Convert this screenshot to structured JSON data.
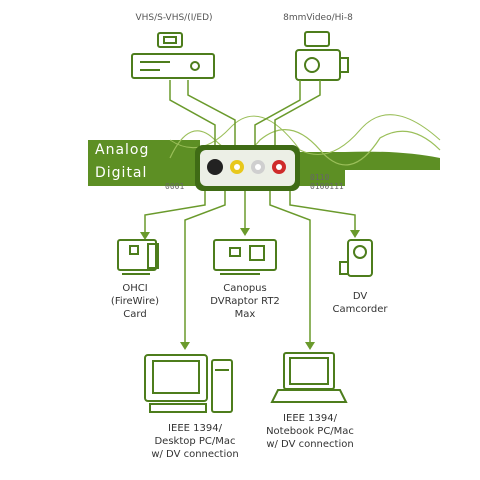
{
  "sources": {
    "vcr": "VHS/S-VHS/(I/ED)",
    "camcorder": "8mmVideo/Hi-8"
  },
  "bands": {
    "analog": "Analog",
    "digital": "Digital"
  },
  "bits": {
    "left": "0001",
    "right_top": "0110",
    "right_bottom": "0100111"
  },
  "outputs": {
    "ohci": [
      "OHCI",
      "(FireWire)",
      "Card"
    ],
    "canopus": [
      "Canopus",
      "DVRaptor RT2",
      "Max"
    ],
    "dv": [
      "DV",
      "Camcorder"
    ],
    "desktop": [
      "IEEE 1394/",
      "Desktop PC/Mac",
      "w/ DV connection"
    ],
    "notebook": [
      "IEEE 1394/",
      "Notebook PC/Mac",
      "w/ DV connection"
    ]
  },
  "colors": {
    "green": "#6a9a2c",
    "dark_green": "#3f6b15",
    "band": "#5d8f24"
  }
}
